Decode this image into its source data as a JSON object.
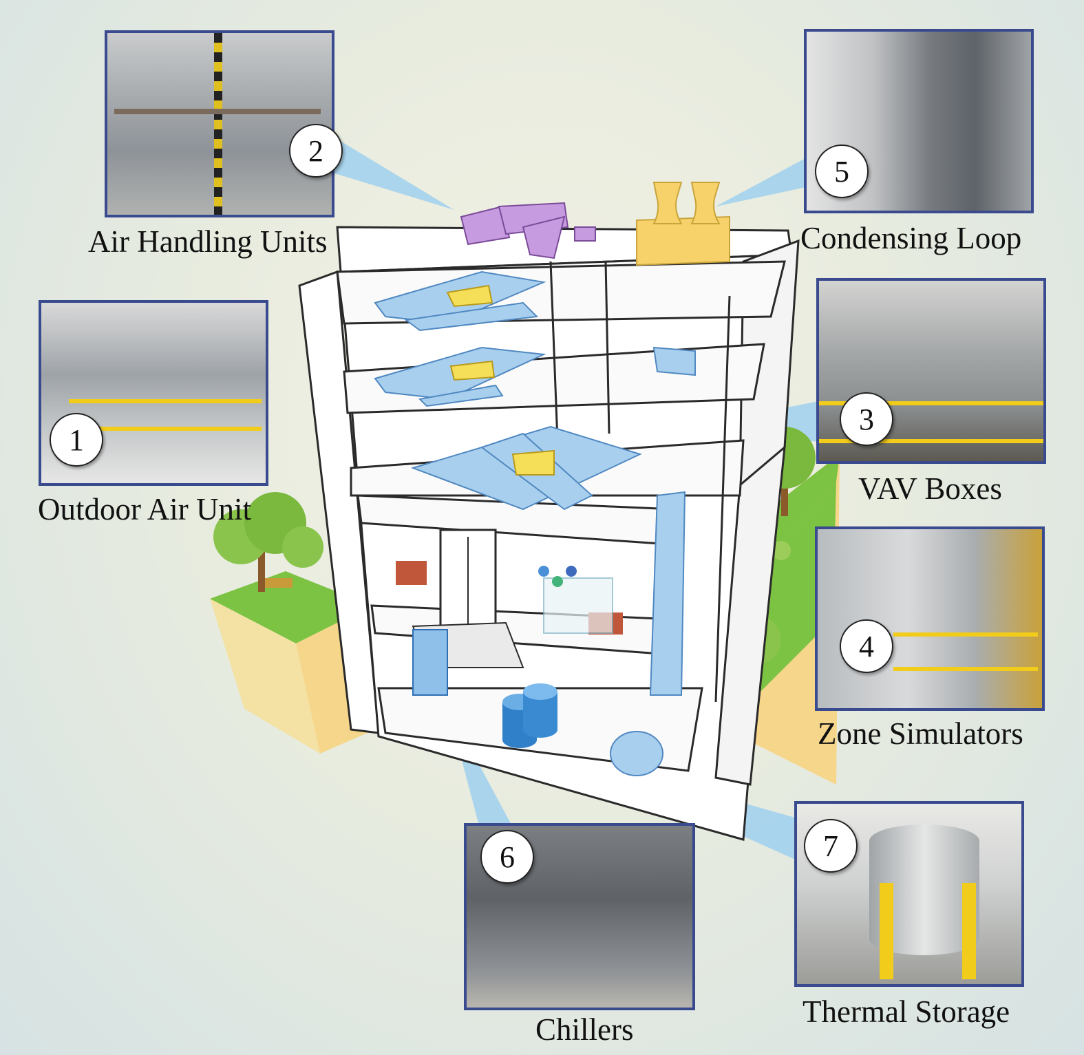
{
  "components": [
    {
      "number": "1",
      "label": "Outdoor Air Unit",
      "icon": "outdoor-air-unit-photo"
    },
    {
      "number": "2",
      "label": "Air Handling Units",
      "icon": "air-handling-units-photo"
    },
    {
      "number": "3",
      "label": "VAV Boxes",
      "icon": "vav-boxes-photo"
    },
    {
      "number": "4",
      "label": "Zone Simulators",
      "icon": "zone-simulators-photo"
    },
    {
      "number": "5",
      "label": "Condensing Loop",
      "icon": "condensing-loop-photo"
    },
    {
      "number": "6",
      "label": "Chillers",
      "icon": "chillers-photo"
    },
    {
      "number": "7",
      "label": "Thermal Storage",
      "icon": "thermal-storage-photo"
    }
  ],
  "colors": {
    "photo_border": "#3a4a8e",
    "ductwork": "#a9cfee",
    "ahu": "#c79be0",
    "cooling_tower": "#f7d26a",
    "grass": "#7cc243",
    "callout_beam": "#9fd0ef"
  }
}
